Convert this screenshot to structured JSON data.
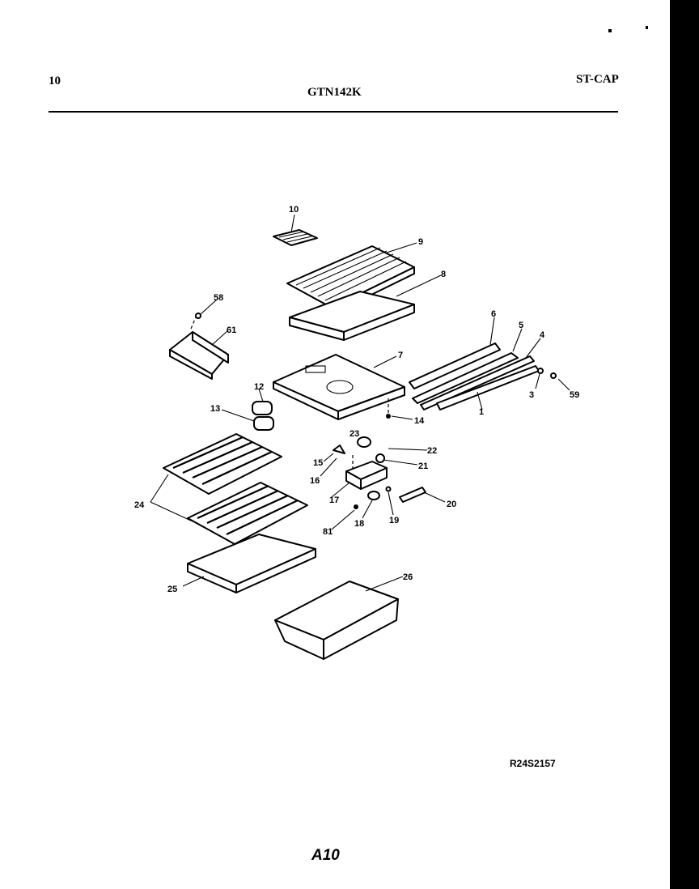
{
  "header": {
    "page_number": "10",
    "model": "GTN142K",
    "section": "ST-CAP"
  },
  "diagram": {
    "labels": {
      "p1": "1",
      "p3": "3",
      "p4": "4",
      "p5": "5",
      "p6": "6",
      "p7": "7",
      "p8": "8",
      "p9": "9",
      "p10": "10",
      "p12": "12",
      "p13": "13",
      "p14": "14",
      "p15": "15",
      "p16": "16",
      "p17": "17",
      "p18": "18",
      "p19": "19",
      "p20": "20",
      "p21": "21",
      "p22": "22",
      "p23": "23",
      "p24": "24",
      "p25": "25",
      "p26": "26",
      "p58": "58",
      "p59": "59",
      "p61": "61",
      "p81": "81"
    }
  },
  "footer": {
    "drawing_code": "R24S2157",
    "folio": "A10"
  }
}
